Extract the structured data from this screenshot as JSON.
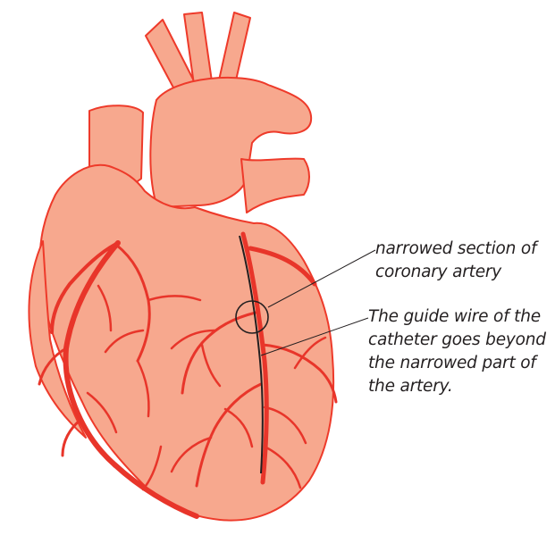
{
  "labels": {
    "narrowed_section": {
      "lines": [
        "narrowed section of",
        "coronary artery"
      ]
    },
    "guide_wire": {
      "lines": [
        "The guide wire of the",
        "catheter goes beyond",
        "the narrowed part of",
        "the artery."
      ]
    }
  },
  "colors": {
    "tissue": "#f7a88e",
    "outline": "#ee3a2a",
    "artery": "#e8352a",
    "wire": "#231f20",
    "text": "#231f20"
  }
}
